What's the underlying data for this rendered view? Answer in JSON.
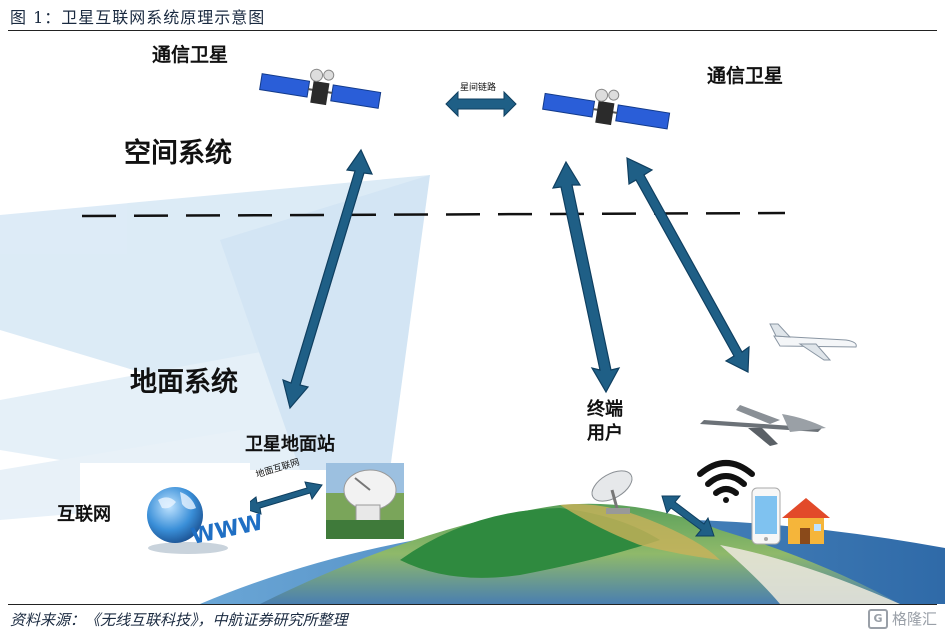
{
  "figure": {
    "title": "图 1：卫星互联网系统原理示意图",
    "source": "资料来源：《无线互联科技》，中航证券研究所整理",
    "watermark": "格隆汇"
  },
  "labels": {
    "sat_left": "通信卫星",
    "sat_right": "通信卫星",
    "inter_sat_link": "星间链路",
    "space_system": "空间系统",
    "ground_system": "地面系统",
    "ground_station": "卫星地面站",
    "internet": "互联网",
    "ground_internet_link": "地面互联网",
    "terminal_user_line1": "终端",
    "terminal_user_line2": "用户",
    "www": "WWW"
  },
  "colors": {
    "arrow": "#1f5f86",
    "arrow_dark": "#0f3f60",
    "panel": "#2a5ed8",
    "background_beam": "#d6e8f6"
  },
  "icons": [
    "satellite-icon",
    "globe-www-icon",
    "dish-antenna-icon",
    "airplane-icon",
    "drone-icon",
    "wifi-icon",
    "smartphone-icon",
    "house-icon"
  ]
}
